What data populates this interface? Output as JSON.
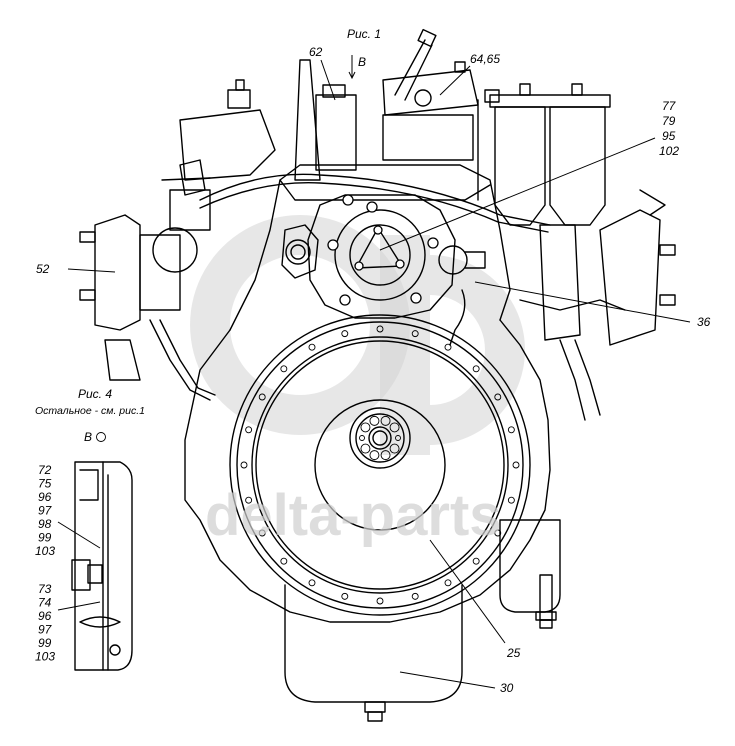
{
  "figure": {
    "main_caption": "Рис. 1",
    "view_marker": "B",
    "inset_caption": "Рис. 4",
    "inset_note": "Остальное - см. рис.1",
    "inset_view_label": "B",
    "inset_view_symbol": "circle-icon"
  },
  "callouts": [
    {
      "id": "c62",
      "text": "62"
    },
    {
      "id": "c6465",
      "text": "64,65"
    },
    {
      "id": "c77",
      "text": "77"
    },
    {
      "id": "c79",
      "text": "79"
    },
    {
      "id": "c95",
      "text": "95"
    },
    {
      "id": "c102",
      "text": "102"
    },
    {
      "id": "c52",
      "text": "52"
    },
    {
      "id": "c36",
      "text": "36"
    },
    {
      "id": "c25",
      "text": "25"
    },
    {
      "id": "c30",
      "text": "30"
    }
  ],
  "inset_callouts": {
    "group_upper": [
      "72",
      "75",
      "96",
      "97",
      "98",
      "99",
      "103"
    ],
    "group_lower": [
      "73",
      "74",
      "96",
      "97",
      "99",
      "103"
    ]
  },
  "watermark": {
    "text": "delta-parts"
  }
}
